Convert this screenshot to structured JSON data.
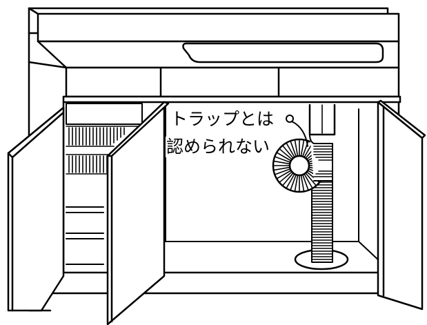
{
  "annotation": {
    "line1": "トラップとは",
    "line2": "認められない"
  },
  "colors": {
    "line": "#000000",
    "fill": "#ffffff"
  },
  "icons": [
    "kitchen-sink-cabinet-illustration",
    "coiled-drain-hose-trap",
    "corrugated-drain-pipe"
  ]
}
